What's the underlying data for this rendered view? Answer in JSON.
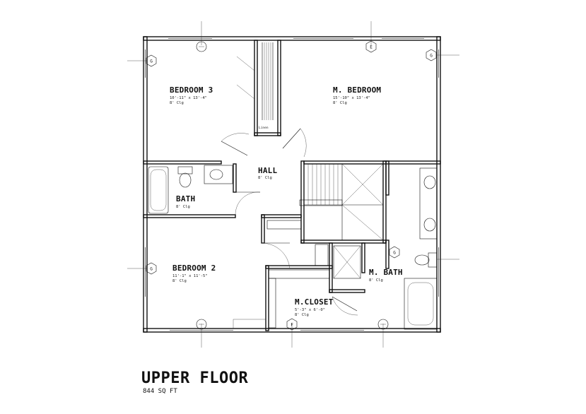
{
  "title": {
    "main": "UPPER FLOOR",
    "area": "844 SQ FT"
  },
  "rooms": {
    "bedroom3": {
      "name": "BEDROOM 3",
      "dims": "10'-11\" x 13'-4\"",
      "ceiling": "8' Clg"
    },
    "master_bedroom": {
      "name": "M. BEDROOM",
      "dims": "15'-10\" x 13'-4\"",
      "ceiling": "8' Clg"
    },
    "hall": {
      "name": "HALL",
      "ceiling": "8' Clg"
    },
    "bath": {
      "name": "BATH",
      "ceiling": "8' Clg"
    },
    "bedroom2": {
      "name": "BEDROOM 2",
      "dims": "11'-1\" x 11'-5\"",
      "ceiling": "8' Clg"
    },
    "master_bath": {
      "name": "M. BATH",
      "ceiling": "8' Clg"
    },
    "master_closet": {
      "name": "M.CLOSET",
      "dims": "5'-3\" x 6'-0\"",
      "ceiling": "8' Clg"
    },
    "linen": {
      "name": "Linen"
    }
  },
  "grid_bubbles": {
    "e": "E",
    "f": "F",
    "g_top_left": "G",
    "g_top_right": "G",
    "g_mid_left": "G",
    "g_mid_right": "G"
  }
}
